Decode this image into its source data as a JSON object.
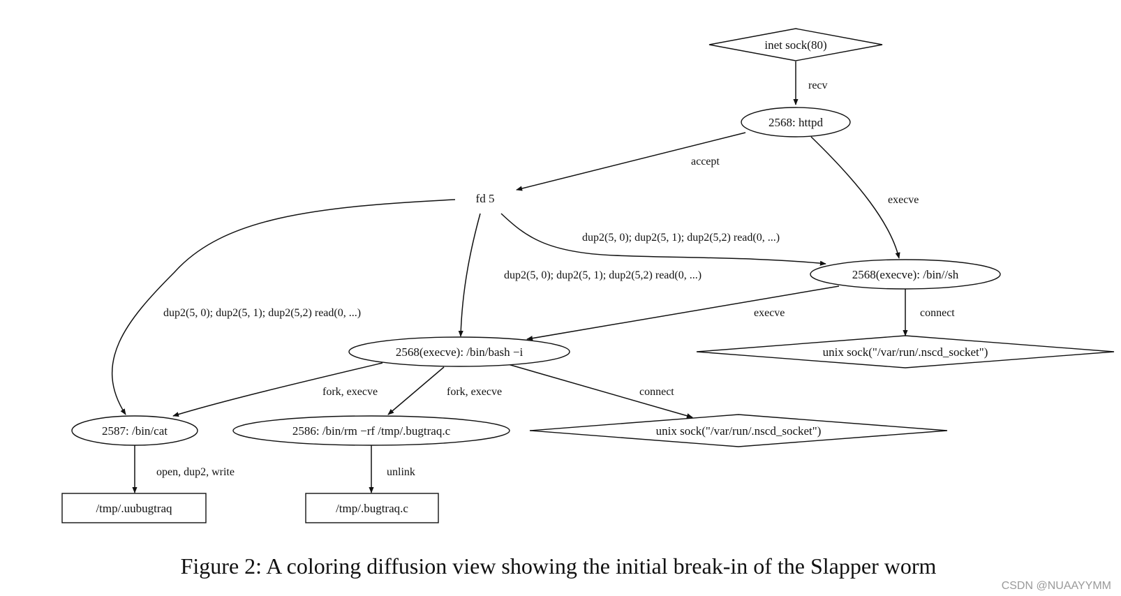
{
  "diagram": {
    "nodes": {
      "inet_sock": "inet sock(80)",
      "httpd": "2568: httpd",
      "fd5": "fd 5",
      "sh": "2568(execve): /bin//sh",
      "bash": "2568(execve): /bin/bash −i",
      "unix_sock_right": "unix sock(\"/var/run/.nscd_socket\")",
      "cat": "2587: /bin/cat",
      "rm": "2586: /bin/rm −rf /tmp/.bugtraq.c",
      "unix_sock_mid": "unix sock(\"/var/run/.nscd_socket\")",
      "uubugtraq": "/tmp/.uubugtraq",
      "bugtraq_c": "/tmp/.bugtraq.c"
    },
    "edges": {
      "recv": "recv",
      "accept": "accept",
      "execve_httpd_sh": "execve",
      "dup2_fd5_sh": "dup2(5, 0); dup2(5, 1); dup2(5,2) read(0, ...)",
      "dup2_fd5_bash": "dup2(5, 0); dup2(5, 1); dup2(5,2) read(0, ...)",
      "dup2_fd5_cat": "dup2(5, 0); dup2(5, 1); dup2(5,2) read(0, ...)",
      "execve_sh_bash": "execve",
      "connect_sh": "connect",
      "fork_execve_cat": "fork, execve",
      "fork_execve_rm": "fork, execve",
      "connect_bash": "connect",
      "open_dup2_write": "open, dup2, write",
      "unlink": "unlink"
    }
  },
  "caption": "Figure 2: A coloring diffusion view showing the initial break-in of the Slapper worm",
  "watermark": "CSDN @NUAAYYMM"
}
